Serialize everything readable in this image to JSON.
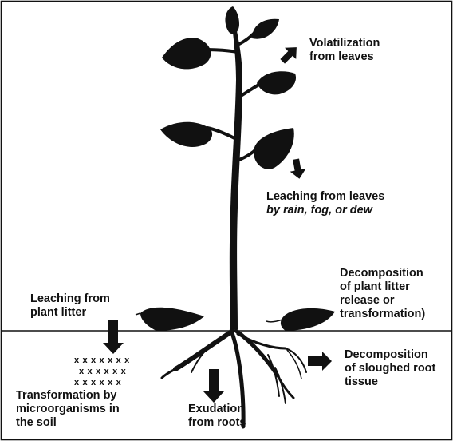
{
  "labels": {
    "volatilization": [
      "Volatilization",
      "from leaves"
    ],
    "leaching_leaves": {
      "line1": "Leaching from leaves",
      "line2_prefix": "by ",
      "line2_rain": "rain",
      "line2_sep1": ", ",
      "line2_fog": "fog",
      "line2_sep2": ", or ",
      "line2_dew": "dew"
    },
    "decomposition_litter": [
      "Decomposition",
      "of plant litter",
      "release or",
      "transformation)"
    ],
    "leaching_litter": [
      "Leaching from",
      "plant litter"
    ],
    "decomposition_root": [
      "Decomposition",
      "of sloughed root",
      "tissue"
    ],
    "transformation": [
      "Transformation by",
      "microorganisms in",
      "the soil"
    ],
    "exudation": [
      "Exudation",
      "from roots"
    ]
  },
  "microorganism_marks": [
    "xxxxxxx",
    "xxxxxx",
    "xxxxxx"
  ],
  "colors": {
    "ink": "#111111",
    "background": "#ffffff"
  }
}
